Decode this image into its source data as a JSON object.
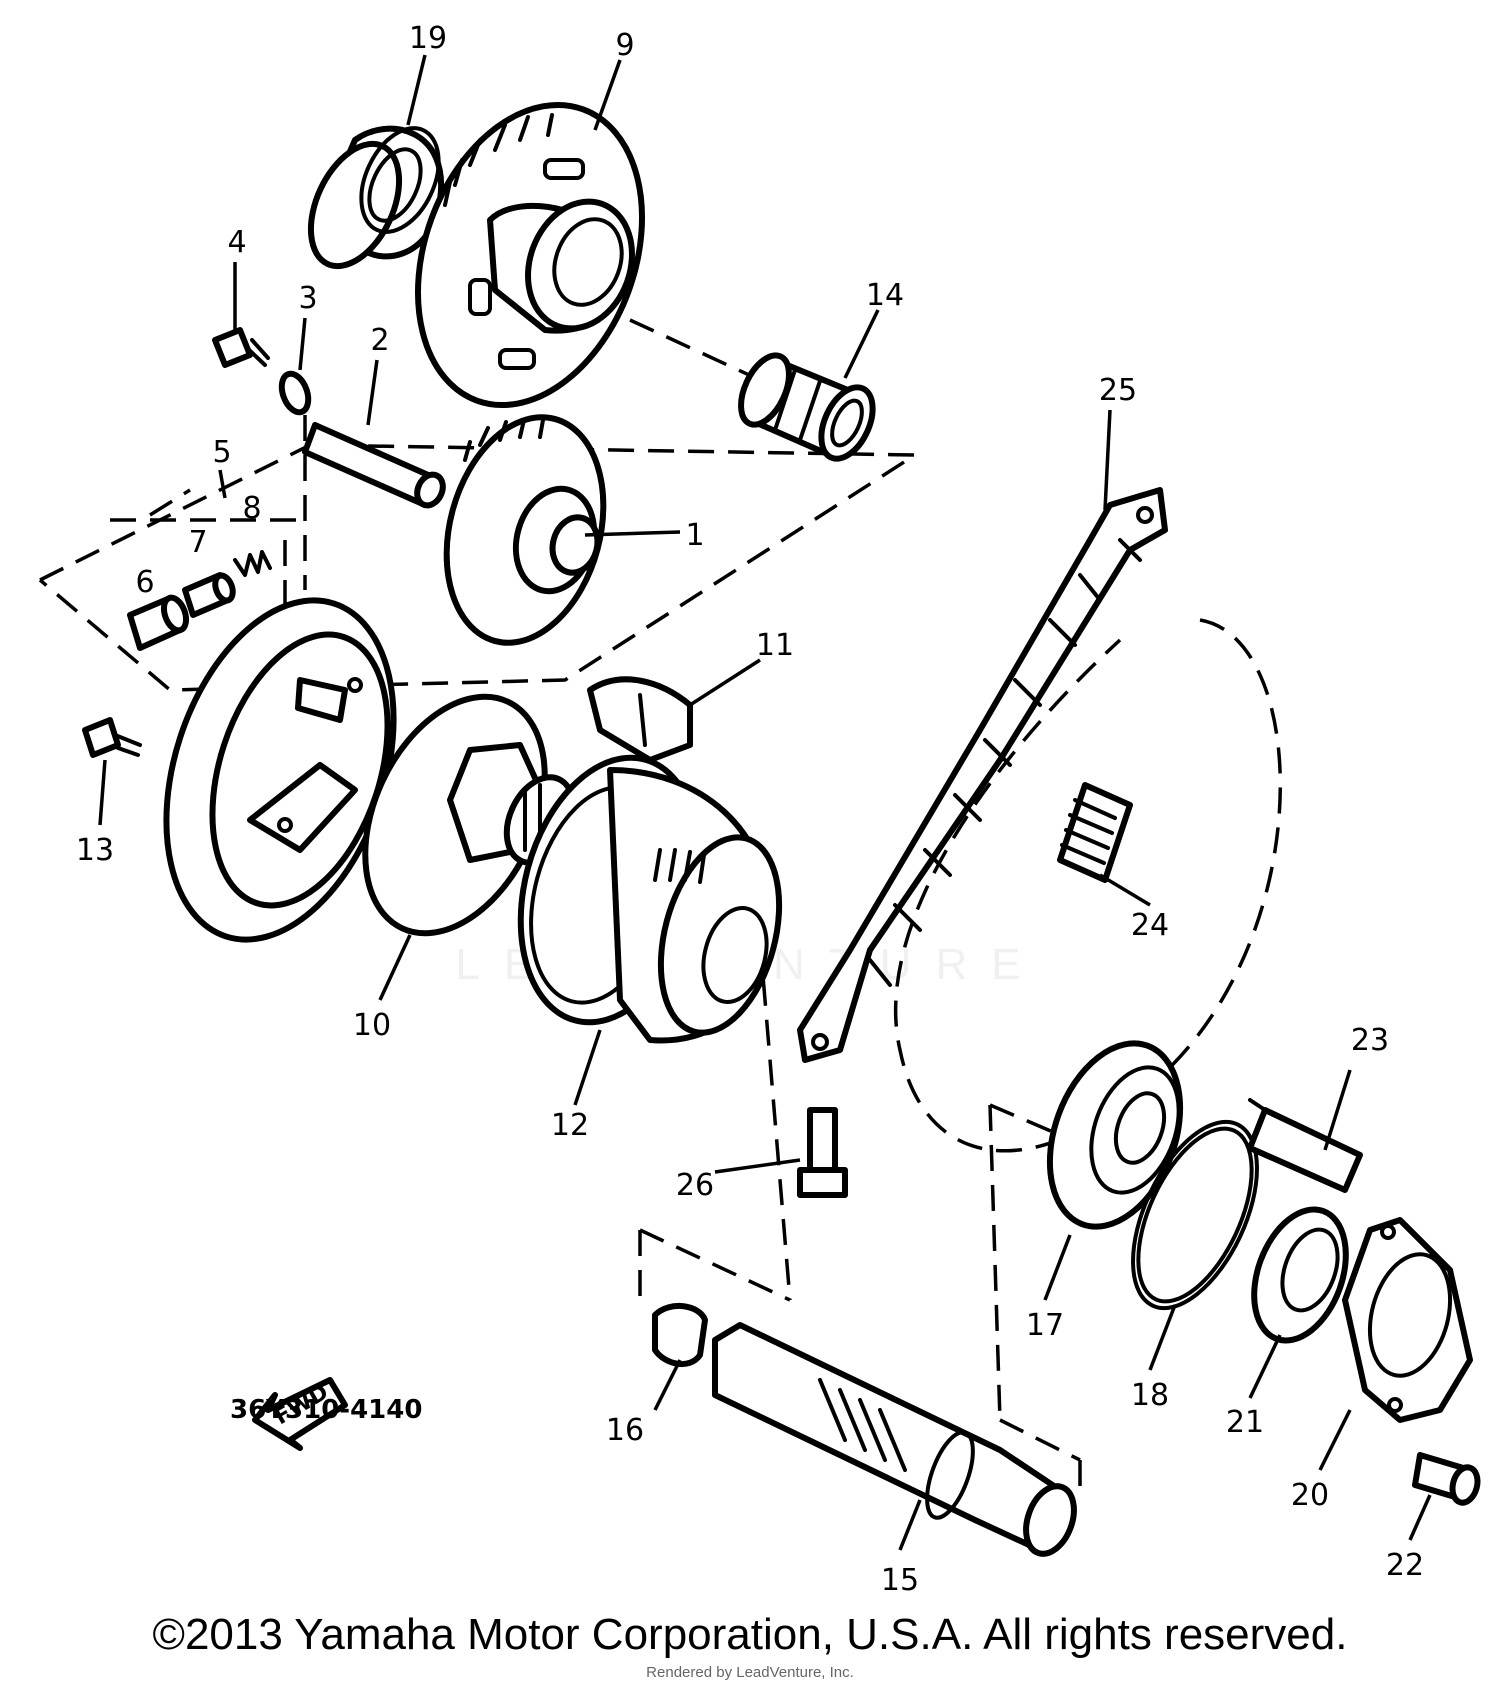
{
  "diagram": {
    "part_numbers": [
      "1",
      "2",
      "3",
      "4",
      "5",
      "6",
      "7",
      "8",
      "9",
      "10",
      "11",
      "12",
      "13",
      "14",
      "15",
      "16",
      "17",
      "18",
      "19",
      "20",
      "21",
      "22",
      "23",
      "24",
      "25",
      "26"
    ],
    "drawing_code": "36Y310-4140",
    "fwd_label": "FWD",
    "copyright": "©2013 Yamaha Motor Corporation, U.S.A. All rights reserved.",
    "rendered_by": "Rendered by LeadVenture, Inc.",
    "watermark": "LEADVENTURE",
    "colors": {
      "ink": "#000000",
      "paper": "#ffffff"
    }
  }
}
